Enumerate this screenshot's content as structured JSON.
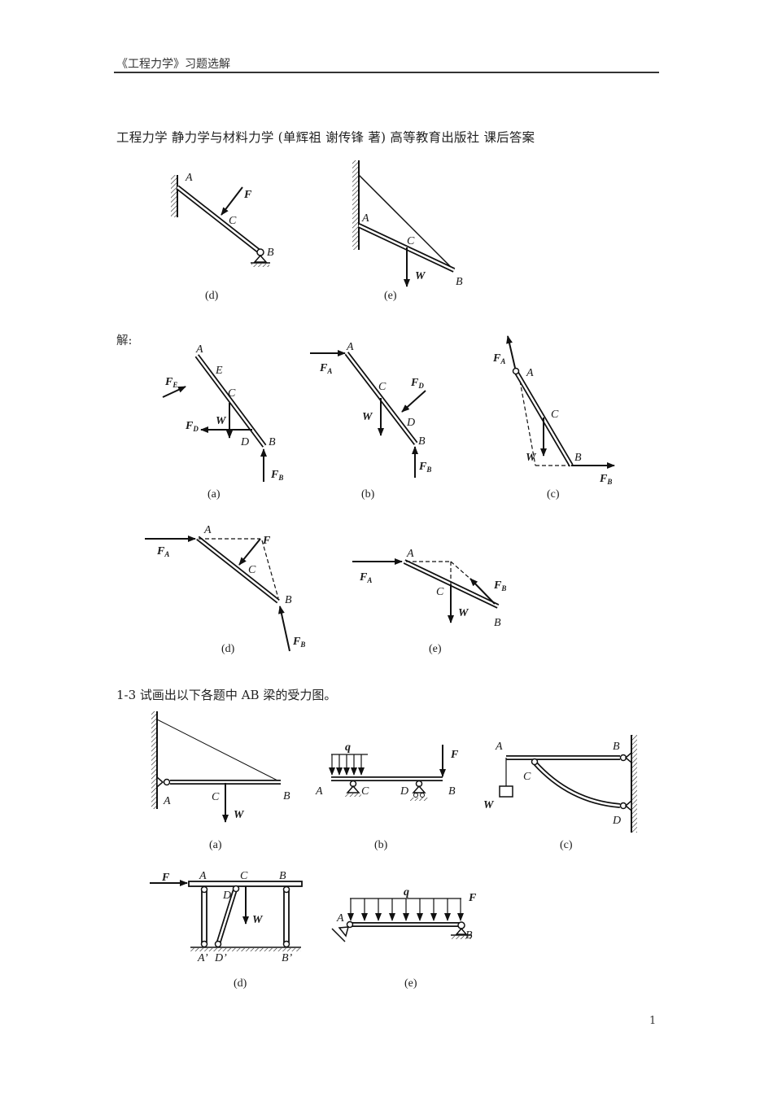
{
  "header": {
    "text": "《工程力学》习题选解"
  },
  "title": "工程力学 静力学与材料力学 (单辉祖 谢传锋 著) 高等教育出版社 课后答案",
  "top_figures": {
    "d": {
      "caption": "(d)",
      "labels": {
        "A": "A",
        "B": "B",
        "C": "C",
        "F": "F"
      }
    },
    "e": {
      "caption": "(e)",
      "labels": {
        "A": "A",
        "B": "B",
        "C": "C",
        "W": "W"
      }
    }
  },
  "solution": {
    "label": "解:",
    "figures": {
      "a": {
        "caption": "(a)",
        "labels": {
          "A": "A",
          "E": "E",
          "C": "C",
          "D": "D",
          "B": "B",
          "W": "W",
          "FE": "F",
          "FE_sub": "E",
          "FD": "F",
          "FD_sub": "D",
          "FB": "F",
          "FB_sub": "B"
        }
      },
      "b": {
        "caption": "(b)",
        "labels": {
          "A": "A",
          "C": "C",
          "D": "D",
          "B": "B",
          "W": "W",
          "FA": "F",
          "FA_sub": "A",
          "FD": "F",
          "FD_sub": "D",
          "FB": "F",
          "FB_sub": "B"
        }
      },
      "c": {
        "caption": "(c)",
        "labels": {
          "A": "A",
          "C": "C",
          "B": "B",
          "W": "W",
          "FA": "F",
          "FA_sub": "A",
          "FB": "F",
          "FB_sub": "B"
        }
      },
      "d": {
        "caption": "(d)",
        "labels": {
          "A": "A",
          "C": "C",
          "B": "B",
          "F": "F",
          "FA": "F",
          "FA_sub": "A",
          "FB": "F",
          "FB_sub": "B"
        }
      },
      "e": {
        "caption": "(e)",
        "labels": {
          "A": "A",
          "C": "C",
          "B": "B",
          "W": "W",
          "FA": "F",
          "FA_sub": "A",
          "FB": "F",
          "FB_sub": "B"
        }
      }
    }
  },
  "problem_1_3": {
    "heading": "1-3  试画出以下各题中 AB 梁的受力图。",
    "figures": {
      "a": {
        "caption": "(a)",
        "labels": {
          "A": "A",
          "B": "B",
          "C": "C",
          "W": "W"
        }
      },
      "b": {
        "caption": "(b)",
        "labels": {
          "A": "A",
          "B": "B",
          "C": "C",
          "D": "D",
          "q": "q",
          "F": "F"
        }
      },
      "c": {
        "caption": "(c)",
        "labels": {
          "A": "A",
          "B": "B",
          "C": "C",
          "D": "D",
          "W": "W"
        }
      },
      "d": {
        "caption": "(d)",
        "labels": {
          "A": "A",
          "B": "B",
          "C": "C",
          "D": "D",
          "A2": "A’",
          "D2": "D’",
          "B2": "B’",
          "F": "F",
          "W": "W"
        }
      },
      "e": {
        "caption": "(e)",
        "labels": {
          "A": "A",
          "B": "B",
          "q": "q",
          "F": "F"
        }
      }
    }
  },
  "page_number": "1"
}
